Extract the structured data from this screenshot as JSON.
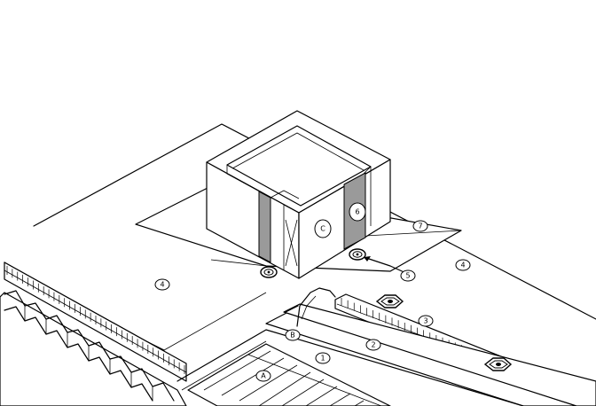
{
  "callouts": {
    "label_1": "1",
    "label_2": "2",
    "label_3": "3",
    "label_4a": "4",
    "label_4b": "4",
    "label_5": "5",
    "label_6": "6",
    "label_7": "7",
    "label_A": "A",
    "label_B": "B",
    "label_C": "C"
  },
  "colors": {
    "line": "#000000",
    "insulation_strip": "#9a9a9a",
    "background": "#ffffff"
  },
  "icons": {
    "fastener_plate": "hexagon-fastener-icon",
    "washer": "round-washer-icon"
  }
}
